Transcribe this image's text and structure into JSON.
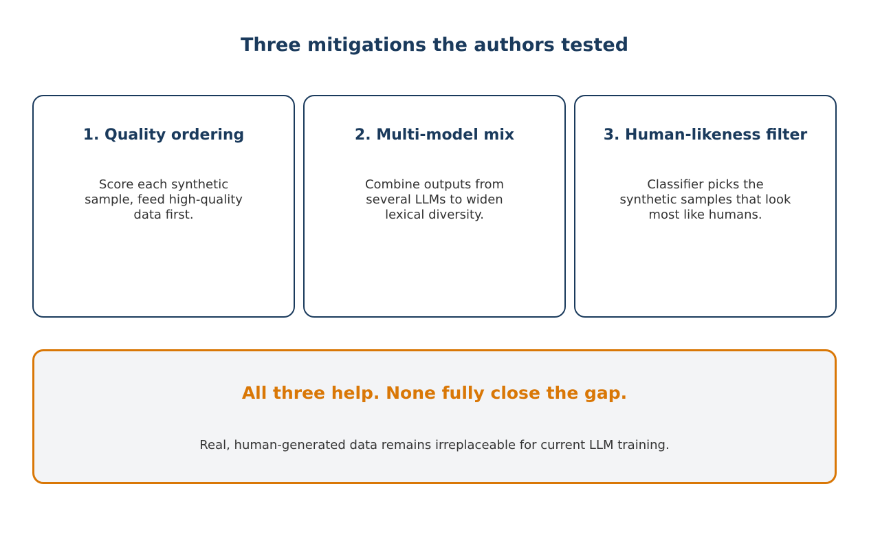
{
  "title": "Three mitigations the authors tested",
  "cards": [
    {
      "title": "1. Quality ordering",
      "body": "Score each synthetic sample, feed high-quality data first."
    },
    {
      "title": "2. Multi-model mix",
      "body": "Combine outputs from several LLMs to widen lexical diversity."
    },
    {
      "title": "3. Human-likeness filter",
      "body": "Classifier picks the synthetic samples that look most like humans."
    }
  ],
  "summary": {
    "title": "All three help. None fully close the gap.",
    "body": "Real, human-generated data remains irreplaceable for current LLM training."
  },
  "colors": {
    "title": "#1a3a5c",
    "card_border": "#1a3a5c",
    "accent": "#d97706",
    "summary_background": "#f3f4f6",
    "body_text": "#333333"
  }
}
